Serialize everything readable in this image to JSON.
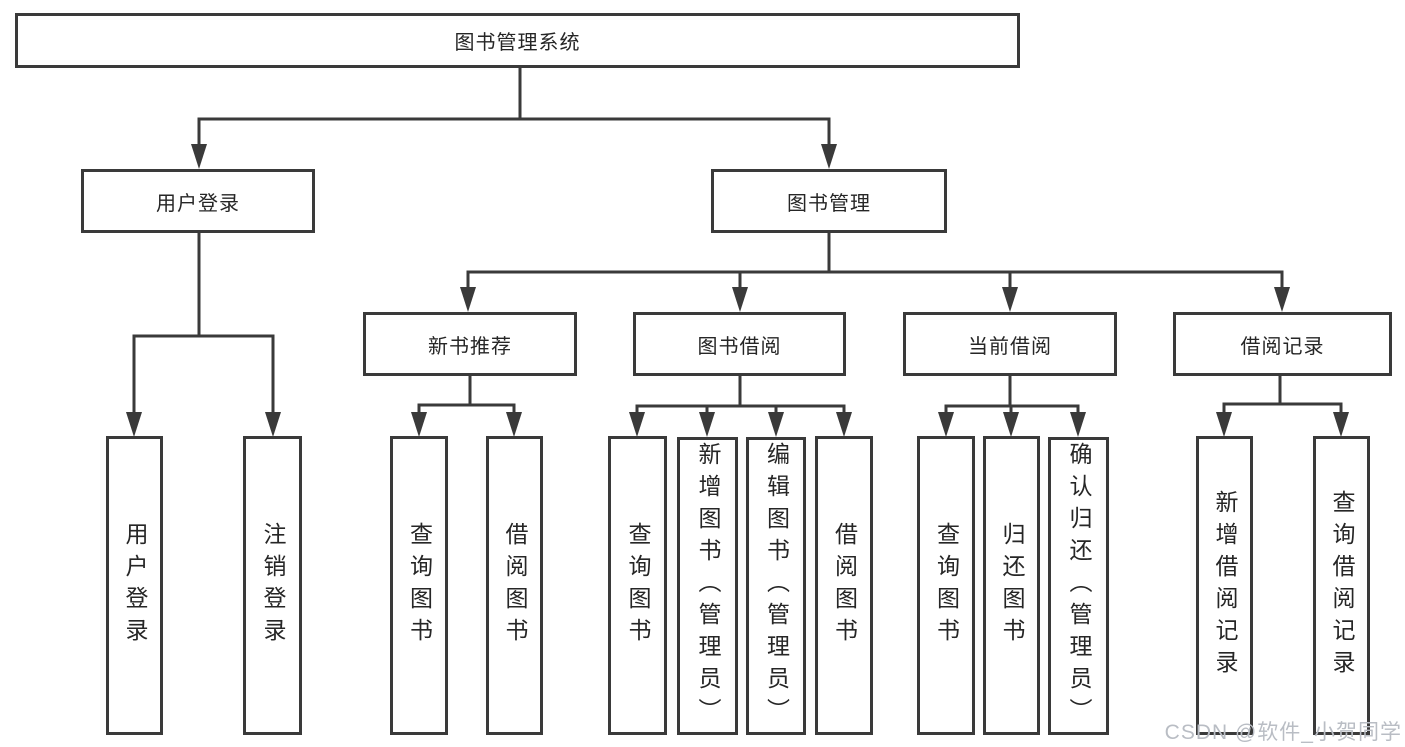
{
  "tree": {
    "label": "图书管理系统",
    "children": [
      {
        "label": "用户登录",
        "children": [
          {
            "label": "用户登录"
          },
          {
            "label": "注销登录"
          }
        ]
      },
      {
        "label": "图书管理",
        "children": [
          {
            "label": "新书推荐",
            "children": [
              {
                "label": "查询图书"
              },
              {
                "label": "借阅图书"
              }
            ]
          },
          {
            "label": "图书借阅",
            "children": [
              {
                "label": "查询图书"
              },
              {
                "label": "新增图书（管理员）"
              },
              {
                "label": "编辑图书（管理员）"
              },
              {
                "label": "借阅图书"
              }
            ]
          },
          {
            "label": "当前借阅",
            "children": [
              {
                "label": "查询图书"
              },
              {
                "label": "归还图书"
              },
              {
                "label": "确认归还（管理员）"
              }
            ]
          },
          {
            "label": "借阅记录",
            "children": [
              {
                "label": "新增借阅记录"
              },
              {
                "label": "查询借阅记录"
              }
            ]
          }
        ]
      }
    ]
  },
  "watermark": "CSDN @软件_小贺同学",
  "colors": {
    "line": "#3a3a3a",
    "text": "#262626",
    "watermark": "#b9bdc4",
    "background": "#ffffff"
  }
}
